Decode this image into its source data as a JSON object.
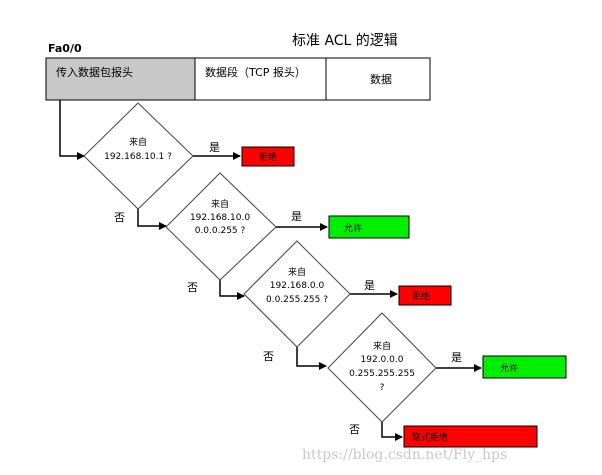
{
  "title": "标准 ACL 的逻辑",
  "interface_label": "Fa0/0",
  "header": {
    "cell1": "传入数据包报头",
    "cell2": "数据段（TCP 报头）",
    "cell3": "数据"
  },
  "decisions": [
    {
      "line1": "来自",
      "line2": "192.168.10.1 ?",
      "line3": ""
    },
    {
      "line1": "来自",
      "line2": "192.168.10.0",
      "line3": "0.0.0.255 ?"
    },
    {
      "line1": "来自",
      "line2": "192.168.0.0",
      "line3": "0.0.255.255 ?"
    },
    {
      "line1": "来自",
      "line2": "192.0.0.0",
      "line3": "0.255.255.255",
      "line4": "?"
    }
  ],
  "yes_label": "是",
  "no_label": "否",
  "actions": [
    {
      "label": "拒绝",
      "color": "#ff0000"
    },
    {
      "label": "允许",
      "color": "#00ee00"
    },
    {
      "label": "拒绝",
      "color": "#ff0000"
    },
    {
      "label": "允许",
      "color": "#00ee00"
    }
  ],
  "implicit_deny": {
    "label": "隐式拒绝",
    "color": "#ff0000"
  },
  "colors": {
    "header_shaded": "#c8c8c8"
  },
  "watermark": "https://blog.csdn.net/Fly_hps"
}
